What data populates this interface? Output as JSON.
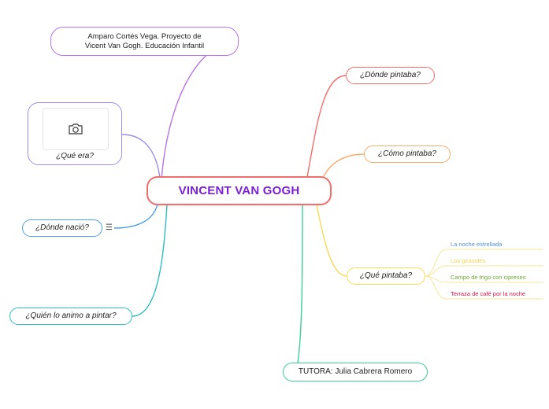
{
  "central": {
    "label": "VINCENT VAN GOGH",
    "text_color": "#7b1fd8",
    "border_color": "#ef6f6c"
  },
  "topics": {
    "author": {
      "line1": "Amparo Cortés Vega. Proyecto de",
      "line2": "Vicent Van Gogh. Educación Infantil",
      "color": "#b574e8"
    },
    "que_era": {
      "label": "¿Qué era?",
      "image_icon": "camera-icon",
      "color": "#9a8fe6"
    },
    "donde_nacio": {
      "label": "¿Dónde nació?",
      "notes_icon": "notes-icon",
      "notes_glyph": "☰",
      "color": "#4ea1e6"
    },
    "quien_animo": {
      "label": "¿Quién lo animo a pintar?",
      "color": "#2fbdbd"
    },
    "donde_pintaba": {
      "label": "¿Dónde pintaba?",
      "color": "#ef6f6c"
    },
    "como_pintaba": {
      "label": "¿Cómo pintaba?",
      "color": "#f7ab6a"
    },
    "que_pintaba": {
      "label": "¿Qué pintaba?",
      "color": "#f6dc58",
      "subtopics": [
        {
          "label": "La noche estrellada",
          "color": "#4f8fe0"
        },
        {
          "label": "Los girasoles",
          "color": "#f1d35a"
        },
        {
          "label": "Campo de trigo con cipreses",
          "color": "#6aab2f"
        },
        {
          "label": "Terraza de café por la noche",
          "color": "#d6194d"
        }
      ]
    },
    "tutora": {
      "label": "TUTORA: Julia Cabrera Romero",
      "color": "#3fcf97"
    }
  }
}
